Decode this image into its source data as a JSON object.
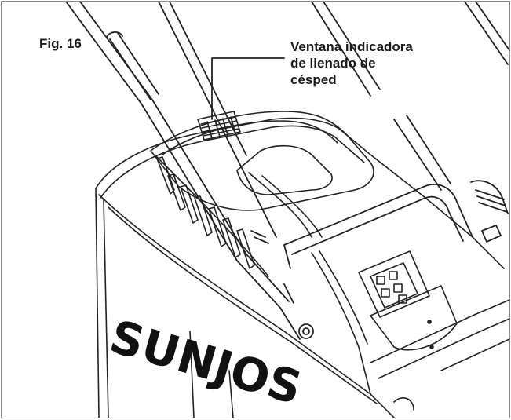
{
  "figure": {
    "label": "Fig. 16",
    "callout_lines": [
      "Ventana indicadora",
      "de llenado de",
      "césped"
    ],
    "brand_text": "SUNJOS"
  }
}
